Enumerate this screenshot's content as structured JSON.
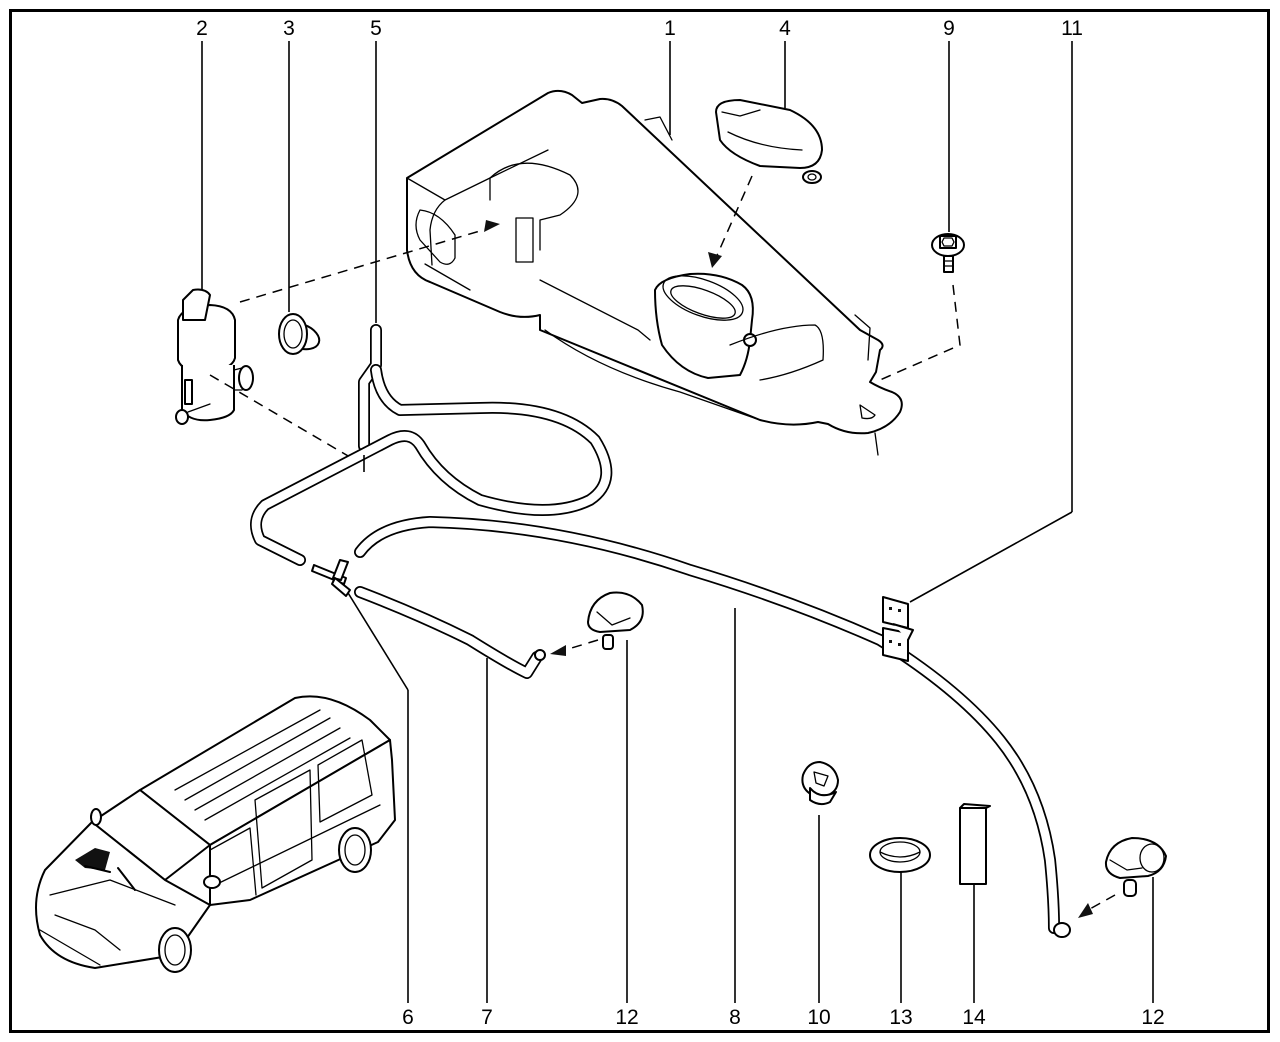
{
  "diagram": {
    "type": "exploded-parts-view",
    "subject": "windscreen washer system",
    "callouts_top": [
      {
        "id": "2",
        "label": "2",
        "part": "washer-pump"
      },
      {
        "id": "3",
        "label": "3",
        "part": "pump-grommet"
      },
      {
        "id": "5",
        "label": "5",
        "part": "filler-hose"
      },
      {
        "id": "1",
        "label": "1",
        "part": "washer-reservoir"
      },
      {
        "id": "4",
        "label": "4",
        "part": "reservoir-cap"
      },
      {
        "id": "9",
        "label": "9",
        "part": "mounting-bolt"
      },
      {
        "id": "11",
        "label": "11",
        "part": "hose-clip-bracket"
      }
    ],
    "callouts_bottom": [
      {
        "id": "6",
        "label": "6",
        "part": "t-connector"
      },
      {
        "id": "7",
        "label": "7",
        "part": "left-jet-hose"
      },
      {
        "id": "12a",
        "label": "12",
        "part": "washer-jet-left"
      },
      {
        "id": "8",
        "label": "8",
        "part": "right-jet-hose"
      },
      {
        "id": "10",
        "label": "10",
        "part": "hose-clip"
      },
      {
        "id": "13",
        "label": "13",
        "part": "grommet"
      },
      {
        "id": "14",
        "label": "14",
        "part": "foam-pad"
      },
      {
        "id": "12b",
        "label": "12",
        "part": "washer-jet-right"
      }
    ],
    "locator": {
      "part": "vehicle-locator",
      "description": "estate car with washer system highlighted"
    }
  }
}
